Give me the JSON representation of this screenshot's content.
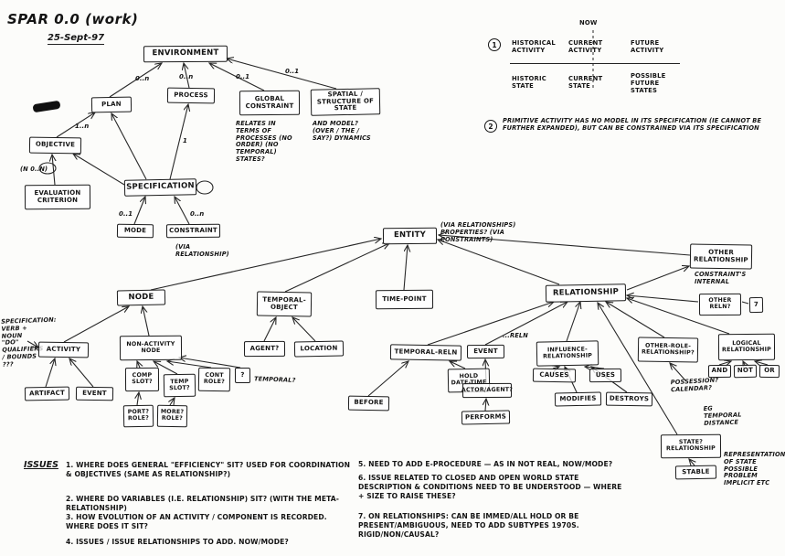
{
  "header": {
    "title": "SPAR 0.0 (work)",
    "date": "25-Sept-97"
  },
  "timeline": {
    "now": "NOW",
    "marker1": "1",
    "columns": [
      "HISTORICAL ACTIVITY",
      "CURRENT ACTIVITY",
      "FUTURE ACTIVITY"
    ],
    "states": [
      "HISTORIC STATE",
      "CURRENT STATE",
      "POSSIBLE FUTURE STATES"
    ],
    "marker2": "2",
    "note": "PRIMITIVE ACTIVITY HAS NO MODEL IN ITS SPECIFICATION (IE CANNOT BE FURTHER EXPANDED), BUT CAN BE CONSTRAINED VIA ITS SPECIFICATION"
  },
  "nodes": {
    "environment": "ENVIRONMENT",
    "plan": "PLAN",
    "process": "PROCESS",
    "global_constraint": "GLOBAL CONSTRAINT",
    "spatial_structure": "SPATIAL / STRUCTURE OF STATE",
    "objective": "OBJECTIVE",
    "evaluation_criterion": "EVALUATION CRITERION",
    "specification": "SPECIFICATION",
    "mode": "MODE",
    "constraint": "CONSTRAINT",
    "entity": "ENTITY",
    "node": "NODE",
    "temporal_object": "TEMPORAL- OBJECT",
    "time_point": "TIME-POINT",
    "relationship": "RELATIONSHIP",
    "other_relationship": "OTHER RELATIONSHIP",
    "other_reln": "OTHER RELN?",
    "seven": "7",
    "activity": "ACTIVITY",
    "non_activity_node": "NON-ACTIVITY NODE",
    "artifact": "ARTIFACT",
    "event": "EVENT",
    "comp_slot": "COMP SLOT?",
    "temp_slot": "TEMP SLOT?",
    "cont_role": "CONT ROLE?",
    "unknown": "?",
    "port_role": "PORT? ROLE?",
    "more_role": "MORE? ROLE?",
    "agent": "AGENT?",
    "location": "LOCATION",
    "temporal_reln": "TEMPORAL-RELN",
    "event_reln": "EVENT",
    "influence_relationship": "INFLUENCE- RELATIONSHIP",
    "other_role_relationship": "OTHER-ROLE- RELATIONSHIP?",
    "logical_relationship": "LOGICAL RELATIONSHIP",
    "hold_datetime": "HOLD DATE-TIME",
    "before": "BEFORE",
    "actor_agent": "ACTOR/AGENT?",
    "performs": "PERFORMS",
    "causes": "CAUSES",
    "uses": "USES",
    "modifies": "MODIFIES",
    "destroys": "DESTROYS",
    "and": "AND",
    "not": "NOT",
    "or": "OR",
    "state_relationship": "STATE? RELATIONSHIP",
    "stable": "STABLE"
  },
  "cardinalities": {
    "env_plan": "0..n",
    "env_process": "0..n",
    "env_global_constraint": "0..1",
    "env_spatial": "0..1",
    "plan_objective": "1..n",
    "process_specification": "1",
    "spec_mode": "0..1",
    "spec_constraint": "0..n"
  },
  "notes": {
    "global_constraint_note": "RELATES IN TERMS OF PROCESSES (NO ORDER) (NO TEMPORAL) STATES?",
    "spatial_note": "AND MODEL? (OVER / THE / SAY?) DYNAMICS",
    "objective_loop": "(N 0..N)",
    "via_relationship": "(VIA RELATIONSHIP)",
    "entity_side": "(VIA RELATIONSHIPS) PROPERTIES? (VIA CONSTRAINTS)",
    "constraints_internal": "CONSTRAINT'S INTERNAL",
    "spec_left": "SPECIFICATION: VERB + NOUN \"DO\" QUALIFIERS / BOUNDS ???",
    "temporal_q": "TEMPORAL?",
    "event_reln_label": "...RELN",
    "possession": "POSSESSION? CALENDAR?",
    "temporal_distance": "EG TEMPORAL DISTANCE",
    "state_representation": "REPRESENTATION OF STATE POSSIBLE PROBLEM IMPLICIT ETC"
  },
  "issues": {
    "heading": "ISSUES",
    "left": [
      "1.  WHERE DOES GENERAL \"EFFICIENCY\" SIT?  USED FOR COORDINATION & OBJECTIVES (SAME AS RELATIONSHIP?)",
      "2.  WHERE DO VARIABLES (I.E. RELATIONSHIP) SIT? (WITH THE META-RELATIONSHIP)",
      "3.  HOW EVOLUTION OF AN ACTIVITY / COMPONENT IS RECORDED.  WHERE DOES IT SIT?",
      "4.  ISSUES / ISSUE RELATIONSHIPS TO ADD.  NOW/MODE?"
    ],
    "right": [
      "5.  NEED TO ADD E-PROCEDURE — AS IN NOT REAL, NOW/MODE?",
      "6.  ISSUE RELATED TO CLOSED AND OPEN WORLD STATE DESCRIPTION & CONDITIONS NEED TO BE UNDERSTOOD — WHERE + SIZE TO RAISE THESE?",
      "7.  ON RELATIONSHIPS: CAN BE IMMED/ALL HOLD OR BE PRESENT/AMBIGUOUS, NEED TO ADD SUBTYPES 1970S.  RIGID/NON/CAUSAL?"
    ]
  }
}
